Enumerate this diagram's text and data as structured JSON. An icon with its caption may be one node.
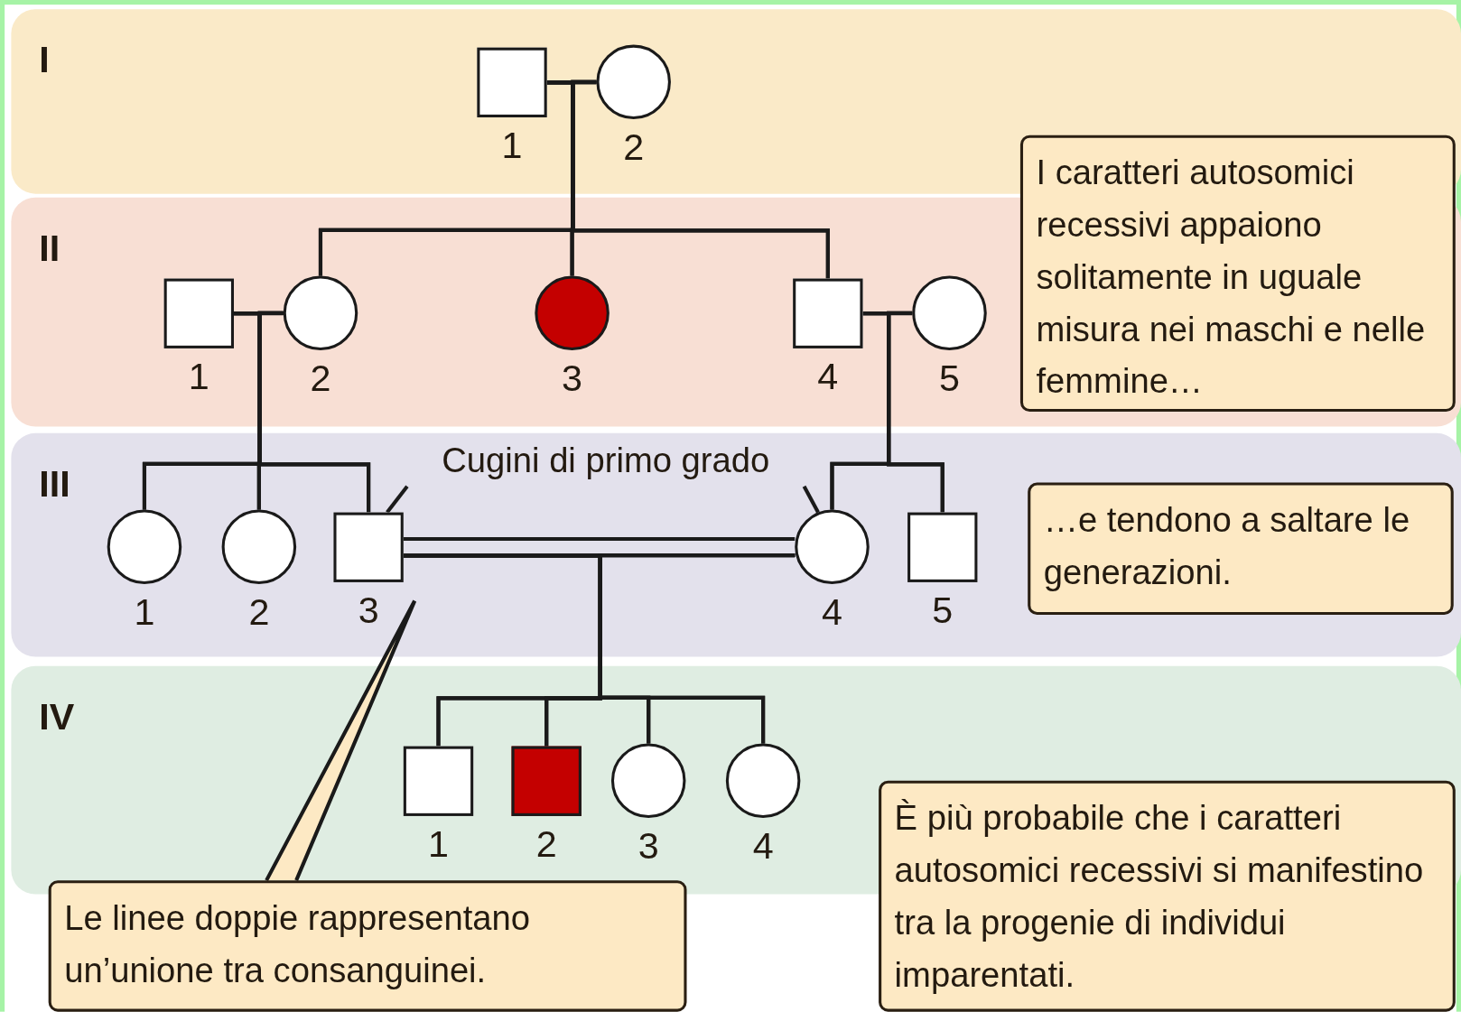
{
  "diagram": {
    "nodes": [
      {
        "text": [
          "I"
        ]
      },
      {
        "text": [],
        "shape": "box",
        "beside": [
          "1"
        ],
        "in": 0
      },
      {
        "text": [],
        "shape": "circle",
        "beside": [
          "2"
        ],
        "in": 0
      },
      {
        "text": [
          "I caratteri autosomici recessivi appaiono solitamente in uguale misura nei maschi e nelle femmine…"
        ]
      },
      {
        "text": [
          "II"
        ]
      },
      {
        "text": [],
        "shape": "box",
        "beside": [
          "1"
        ],
        "in": 4
      },
      {
        "text": [],
        "shape": "circle",
        "beside": [
          "2"
        ],
        "in": 4
      },
      {
        "text": [],
        "shape": "circle",
        "beside": [
          "3"
        ],
        "in": 4
      },
      {
        "text": [],
        "shape": "box",
        "beside": [
          "4"
        ],
        "in": 4
      },
      {
        "text": [],
        "shape": "circle",
        "beside": [
          "5"
        ],
        "in": 4
      },
      {
        "text": [
          "III"
        ]
      },
      {
        "text": [
          "Cugini di primo grado"
        ],
        "in": 10
      },
      {
        "text": [],
        "shape": "circle",
        "beside": [
          "1"
        ],
        "in": 10
      },
      {
        "text": [],
        "shape": "circle",
        "beside": [
          "2"
        ],
        "in": 10
      },
      {
        "text": [],
        "shape": "box",
        "beside": [
          "3"
        ],
        "in": 10
      },
      {
        "text": [],
        "shape": "circle",
        "beside": [
          "4"
        ],
        "in": 10
      },
      {
        "text": [],
        "shape": "box",
        "beside": [
          "5"
        ],
        "in": 10
      },
      {
        "text": [
          "…e tendono a saltare le generazioni."
        ],
        "in": 10
      },
      {
        "text": [
          "IV"
        ]
      },
      {
        "text": [],
        "shape": "box",
        "beside": [
          "1"
        ],
        "in": 18
      },
      {
        "text": [],
        "shape": "box",
        "beside": [
          "2"
        ],
        "in": 18
      },
      {
        "text": [],
        "shape": "circle",
        "beside": [
          "3"
        ],
        "in": 18
      },
      {
        "text": [],
        "shape": "circle",
        "beside": [
          "4"
        ],
        "in": 18
      },
      {
        "text": [
          "Le linee doppie rappresentano un’unione tra consanguinei."
        ]
      },
      {
        "text": [
          "È più probabile che i caratteri autosomici recessivi si manifestino tra la progenie di individui imparentati."
        ]
      }
    ],
    "edges": [
      {
        "from": 1,
        "to": 2,
        "arrow": "none"
      },
      {
        "from": 1,
        "to": 6,
        "arrow": "none"
      },
      {
        "from": 2,
        "to": 6,
        "arrow": "none"
      },
      {
        "from": 1,
        "to": 7,
        "arrow": "none"
      },
      {
        "from": 2,
        "to": 7,
        "arrow": "none"
      },
      {
        "from": 1,
        "to": 8,
        "arrow": "none"
      },
      {
        "from": 2,
        "to": 8,
        "arrow": "none"
      },
      {
        "from": 5,
        "to": 6,
        "arrow": "none"
      },
      {
        "from": 8,
        "to": 9,
        "arrow": "none"
      },
      {
        "from": 5,
        "to": 12,
        "arrow": "none"
      },
      {
        "from": 6,
        "to": 12,
        "arrow": "none"
      },
      {
        "from": 5,
        "to": 13,
        "arrow": "none"
      },
      {
        "from": 6,
        "to": 13,
        "arrow": "none"
      },
      {
        "from": 5,
        "to": 14,
        "arrow": "none"
      },
      {
        "from": 6,
        "to": 14,
        "arrow": "none"
      },
      {
        "from": 8,
        "to": 15,
        "arrow": "none"
      },
      {
        "from": 9,
        "to": 15,
        "arrow": "none"
      },
      {
        "from": 8,
        "to": 16,
        "arrow": "none"
      },
      {
        "from": 9,
        "to": 16,
        "arrow": "none"
      },
      {
        "from": 11,
        "to": 14,
        "arrow": "none"
      },
      {
        "from": 11,
        "to": 15,
        "arrow": "none"
      },
      {
        "from": 14,
        "to": 15,
        "arrow": "none"
      },
      {
        "from": 14,
        "to": 19,
        "arrow": "none"
      },
      {
        "from": 15,
        "to": 19,
        "arrow": "none"
      },
      {
        "from": 14,
        "to": 20,
        "arrow": "none"
      },
      {
        "from": 15,
        "to": 20,
        "arrow": "none"
      },
      {
        "from": 14,
        "to": 21,
        "arrow": "none"
      },
      {
        "from": 15,
        "to": 21,
        "arrow": "none"
      },
      {
        "from": 14,
        "to": 22,
        "arrow": "none"
      },
      {
        "from": 15,
        "to": 22,
        "arrow": "none"
      },
      {
        "from": 23,
        "to": null,
        "arrow": "none"
      }
    ]
  }
}
